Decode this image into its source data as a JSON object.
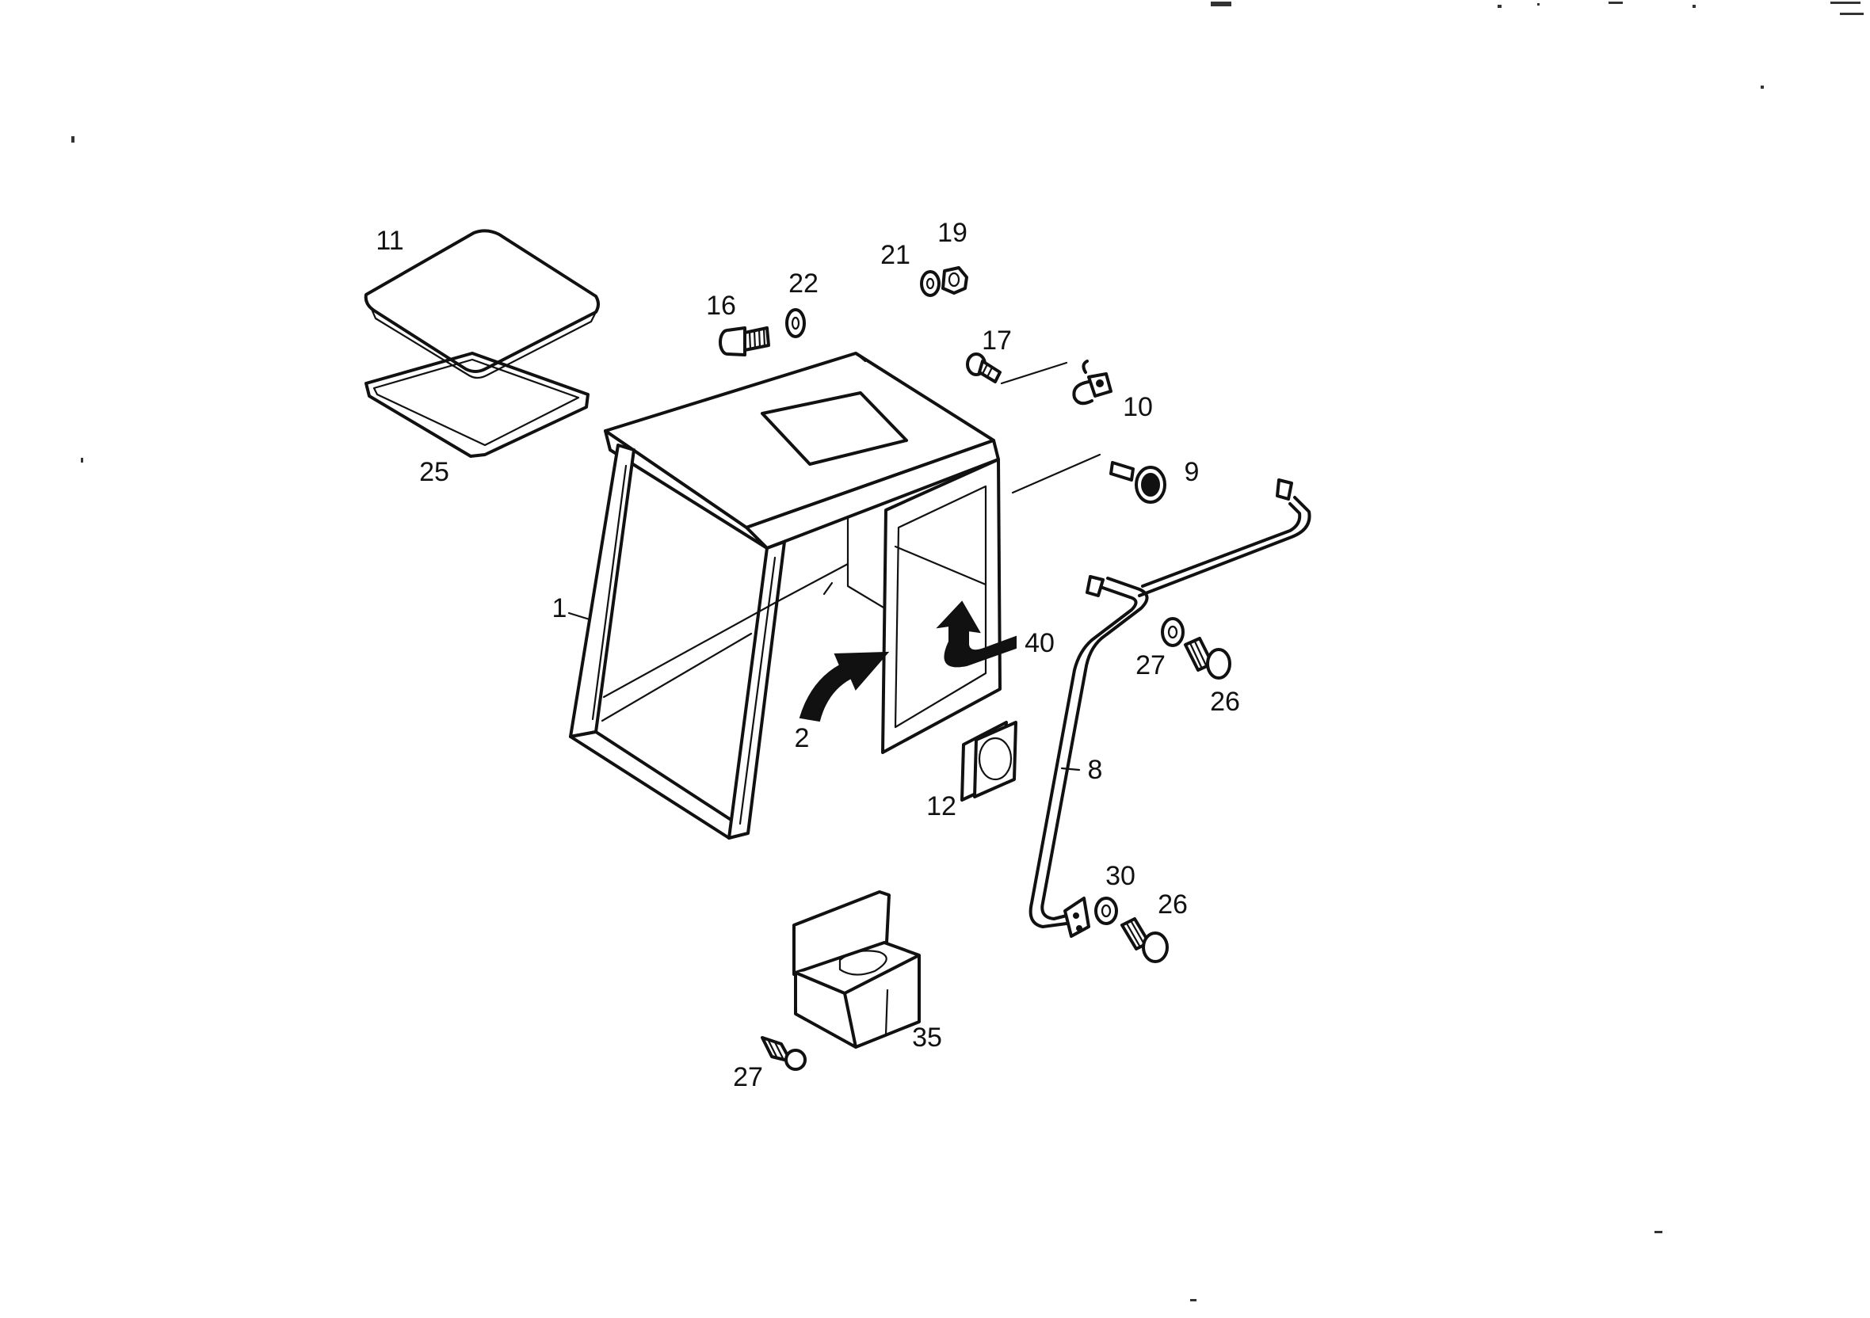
{
  "callouts": [
    {
      "id": "1",
      "text": "1"
    },
    {
      "id": "2",
      "text": "2"
    },
    {
      "id": "8",
      "text": "8"
    },
    {
      "id": "9",
      "text": "9"
    },
    {
      "id": "10",
      "text": "10"
    },
    {
      "id": "11",
      "text": "11"
    },
    {
      "id": "12",
      "text": "12"
    },
    {
      "id": "16",
      "text": "16"
    },
    {
      "id": "17",
      "text": "17"
    },
    {
      "id": "19",
      "text": "19"
    },
    {
      "id": "21",
      "text": "21"
    },
    {
      "id": "22",
      "text": "22"
    },
    {
      "id": "25",
      "text": "25"
    },
    {
      "id": "26a",
      "text": "26"
    },
    {
      "id": "26b",
      "text": "26"
    },
    {
      "id": "27a",
      "text": "27"
    },
    {
      "id": "27b",
      "text": "27"
    },
    {
      "id": "30",
      "text": "30"
    },
    {
      "id": "35",
      "text": "35"
    },
    {
      "id": "40",
      "text": "40"
    }
  ]
}
